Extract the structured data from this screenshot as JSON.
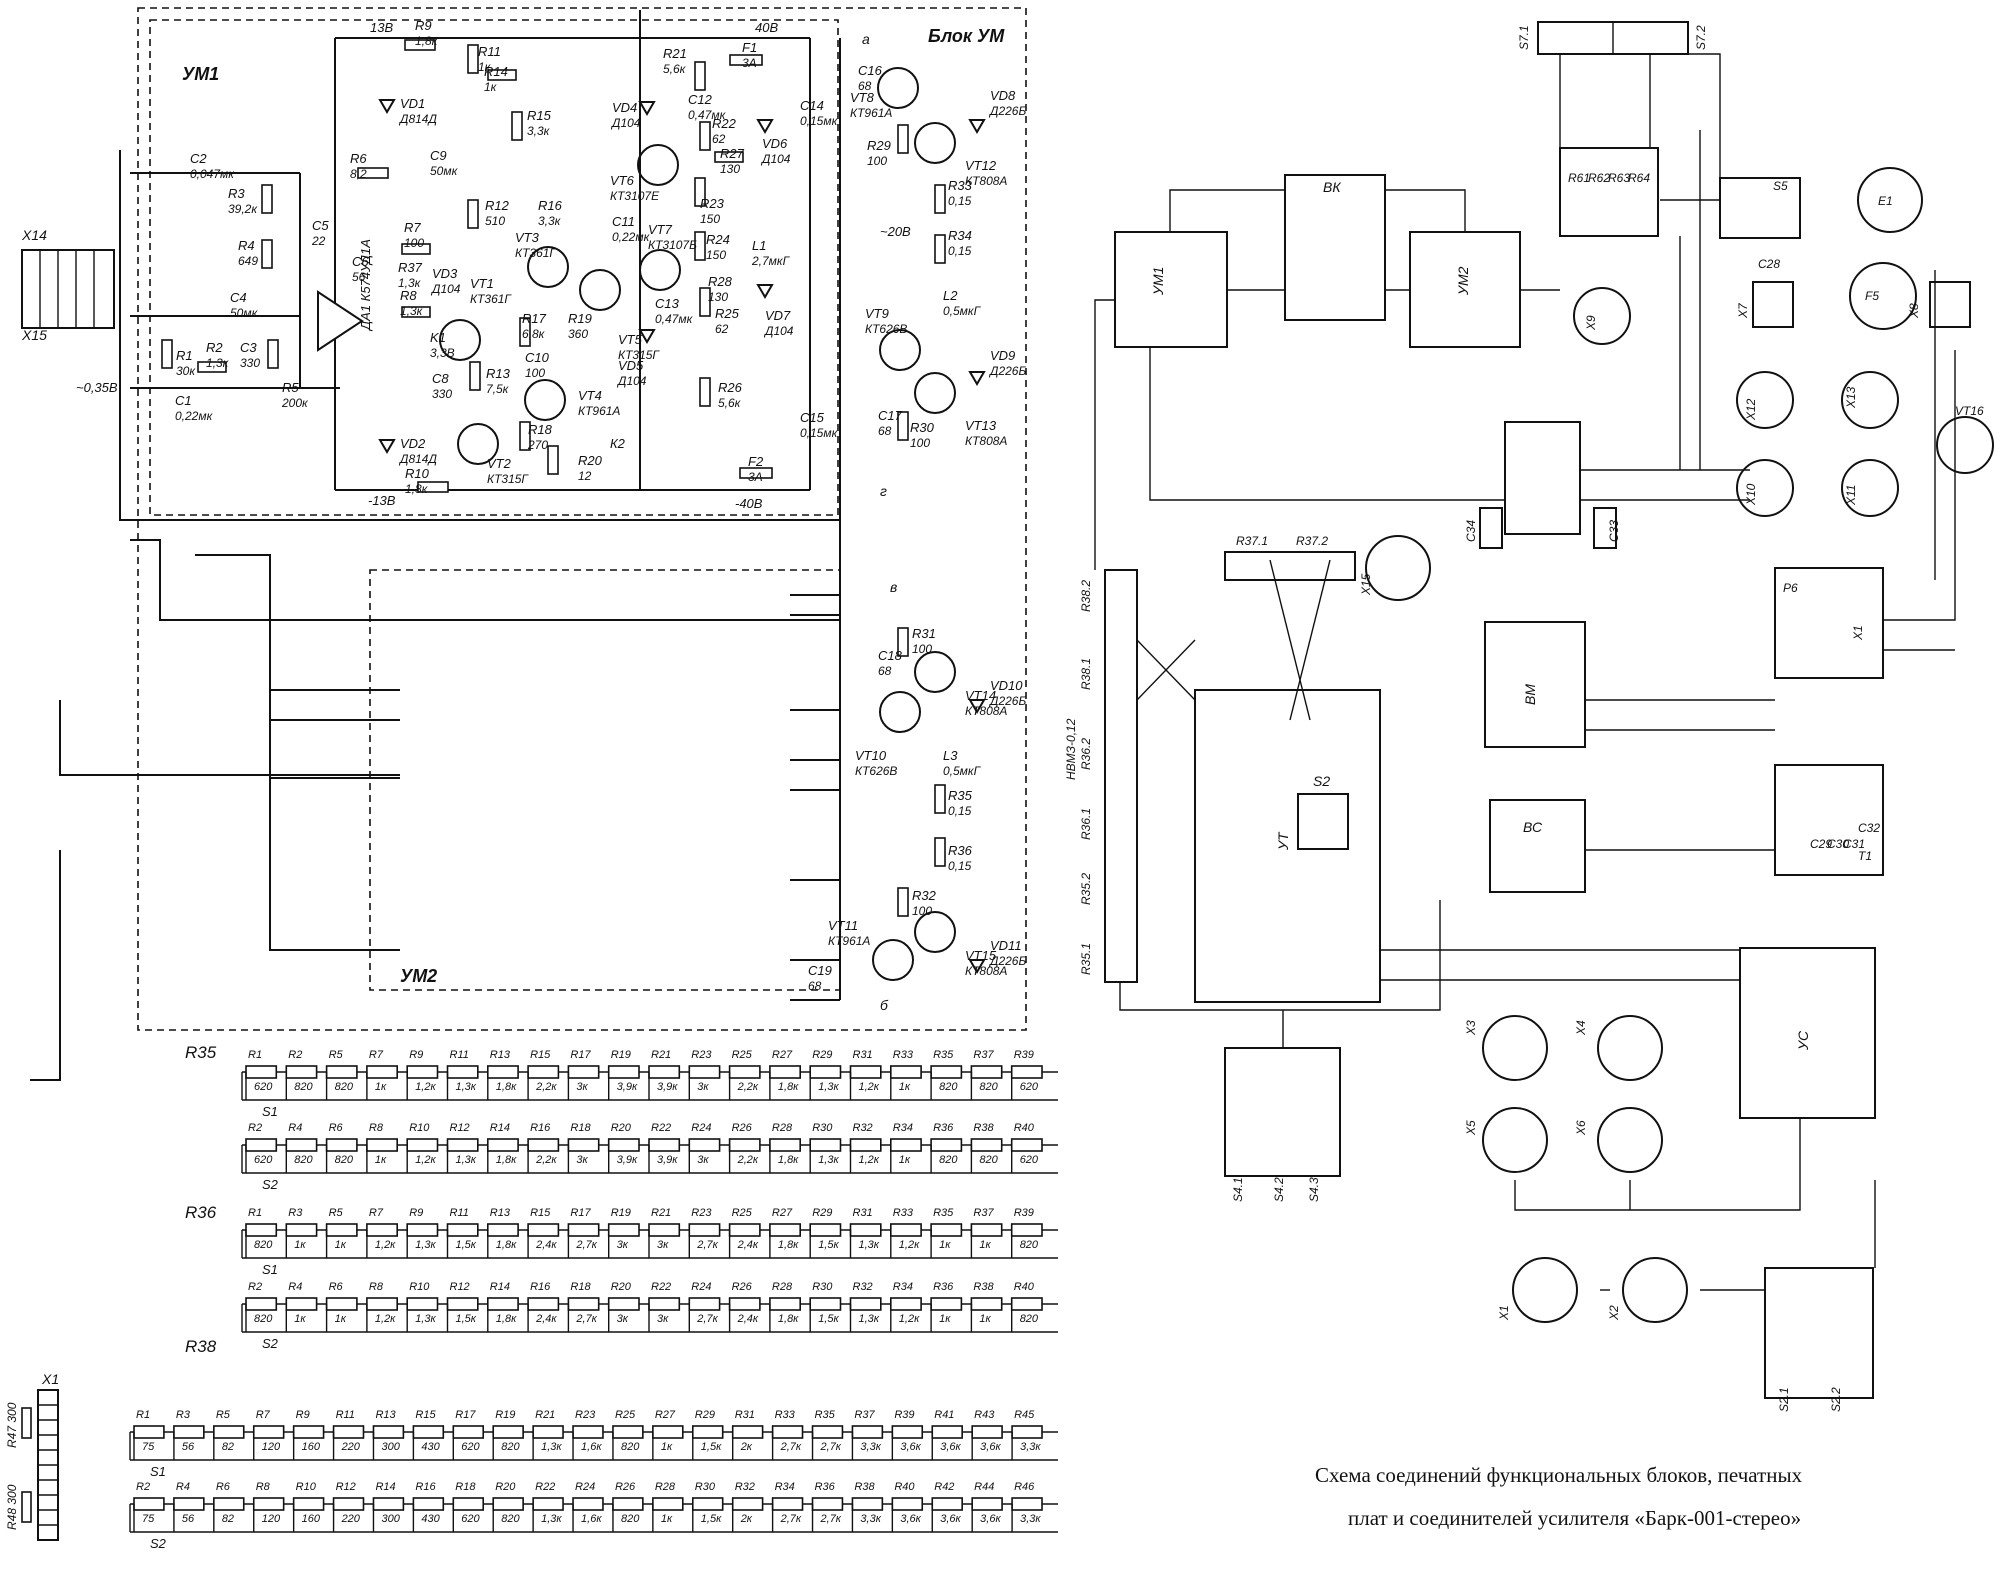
{
  "left_schematic": {
    "block_title": "Блок УМ",
    "um1_label": "УМ1",
    "um2_label": "УМ2",
    "opamp_label": "ДА1 К574УД1А",
    "rail_labels": [
      "13В",
      "-13В",
      "40В",
      "-40В",
      "~20В",
      "~0,35В"
    ],
    "output_letters": [
      "а",
      "г",
      "в",
      "б"
    ],
    "node_k2": "К2",
    "connector_labels": [
      "X14",
      "X15"
    ],
    "components": [
      {
        "ref": "C2",
        "value": "0,047мк"
      },
      {
        "ref": "R3",
        "value": "39,2к"
      },
      {
        "ref": "R4",
        "value": "649"
      },
      {
        "ref": "C4",
        "value": "50мк"
      },
      {
        "ref": "C5",
        "value": "22"
      },
      {
        "ref": "R6",
        "value": "8,2"
      },
      {
        "ref": "R9",
        "value": "1,8к"
      },
      {
        "ref": "R11",
        "value": "1к"
      },
      {
        "ref": "R14",
        "value": "1к"
      },
      {
        "ref": "R15",
        "value": "3,3к"
      },
      {
        "ref": "C9",
        "value": "50мк"
      },
      {
        "ref": "R12",
        "value": "510"
      },
      {
        "ref": "R16",
        "value": "3,3к"
      },
      {
        "ref": "R7",
        "value": "100"
      },
      {
        "ref": "R37",
        "value": "1,3к"
      },
      {
        "ref": "R8",
        "value": "1,3к"
      },
      {
        "ref": "K1",
        "value": "3,3В"
      },
      {
        "ref": "C6",
        "value": "56"
      },
      {
        "ref": "C8",
        "value": "330"
      },
      {
        "ref": "R13",
        "value": "7,5к"
      },
      {
        "ref": "R17",
        "value": "6,8к"
      },
      {
        "ref": "R19",
        "value": "360"
      },
      {
        "ref": "C10",
        "value": "100"
      },
      {
        "ref": "R18",
        "value": "270"
      },
      {
        "ref": "R20",
        "value": "12"
      },
      {
        "ref": "R10",
        "value": "1,8к"
      },
      {
        "ref": "R1",
        "value": "30к"
      },
      {
        "ref": "R2",
        "value": "1,3к"
      },
      {
        "ref": "C3",
        "value": "330"
      },
      {
        "ref": "R5",
        "value": "200к"
      },
      {
        "ref": "C1",
        "value": "0,22мк"
      },
      {
        "ref": "R21",
        "value": "5,6к"
      },
      {
        "ref": "C12",
        "value": "0,47мк"
      },
      {
        "ref": "R22",
        "value": "62"
      },
      {
        "ref": "R27",
        "value": "130"
      },
      {
        "ref": "R23",
        "value": "150"
      },
      {
        "ref": "C11",
        "value": "0,22мк"
      },
      {
        "ref": "R24",
        "value": "150"
      },
      {
        "ref": "L1",
        "value": "2,7мкГ"
      },
      {
        "ref": "R28",
        "value": "130"
      },
      {
        "ref": "R25",
        "value": "62"
      },
      {
        "ref": "C13",
        "value": "0,47мк"
      },
      {
        "ref": "R26",
        "value": "5,6к"
      },
      {
        "ref": "F1",
        "value": "3А"
      },
      {
        "ref": "F2",
        "value": "3А"
      },
      {
        "ref": "C14",
        "value": "0,15мк"
      },
      {
        "ref": "C15",
        "value": "0,15мк"
      },
      {
        "ref": "C16",
        "value": "68"
      },
      {
        "ref": "R29",
        "value": "100"
      },
      {
        "ref": "R33",
        "value": "0,15"
      },
      {
        "ref": "R34",
        "value": "0,15"
      },
      {
        "ref": "L2",
        "value": "0,5мкГ"
      },
      {
        "ref": "C17",
        "value": "68"
      },
      {
        "ref": "R30",
        "value": "100"
      },
      {
        "ref": "C18",
        "value": "68"
      },
      {
        "ref": "R31",
        "value": "100"
      },
      {
        "ref": "L3",
        "value": "0,5мкГ"
      },
      {
        "ref": "R35",
        "value": "0,15"
      },
      {
        "ref": "R36",
        "value": "0,15"
      },
      {
        "ref": "R32",
        "value": "100"
      },
      {
        "ref": "C19",
        "value": "68"
      }
    ],
    "semiconductors": [
      {
        "ref": "VD1",
        "type": "Д814Д"
      },
      {
        "ref": "VD2",
        "type": "Д814Д"
      },
      {
        "ref": "VD3",
        "type": "Д104"
      },
      {
        "ref": "VD4",
        "type": "Д104"
      },
      {
        "ref": "VD5",
        "type": "Д104"
      },
      {
        "ref": "VD6",
        "type": "Д104"
      },
      {
        "ref": "VD7",
        "type": "Д104"
      },
      {
        "ref": "VD8",
        "type": "Д226Б"
      },
      {
        "ref": "VD9",
        "type": "Д226Б"
      },
      {
        "ref": "VD10",
        "type": "Д226Б"
      },
      {
        "ref": "VD11",
        "type": "Д226Б"
      },
      {
        "ref": "VT1",
        "type": "КТ361Г"
      },
      {
        "ref": "VT2",
        "type": "КТ315Г"
      },
      {
        "ref": "VT3",
        "type": "КТ361Г"
      },
      {
        "ref": "VT4",
        "type": "КТ961А"
      },
      {
        "ref": "VT5",
        "type": "КТ315Г"
      },
      {
        "ref": "VT6",
        "type": "КТ3107Е"
      },
      {
        "ref": "VT7",
        "type": "КТ3107Б"
      },
      {
        "ref": "VT8",
        "type": "КТ961А"
      },
      {
        "ref": "VT9",
        "type": "КТ626В"
      },
      {
        "ref": "VT10",
        "type": "КТ626В"
      },
      {
        "ref": "VT11",
        "type": "КТ961А"
      },
      {
        "ref": "VT12",
        "type": "КТ808А"
      },
      {
        "ref": "VT13",
        "type": "КТ808А"
      },
      {
        "ref": "VT14",
        "type": "КТ808А"
      },
      {
        "ref": "VT15",
        "type": "КТ808А"
      }
    ]
  },
  "resistor_ladders": [
    {
      "name": "R35",
      "switches": [
        "S1",
        "S2"
      ],
      "top_row": [
        {
          "ref": "R1",
          "value": "620"
        },
        {
          "ref": "R2",
          "value": "820"
        },
        {
          "ref": "R5",
          "value": "820"
        },
        {
          "ref": "R7",
          "value": "1к"
        },
        {
          "ref": "R9",
          "value": "1,2к"
        },
        {
          "ref": "R11",
          "value": "1,3к"
        },
        {
          "ref": "R13",
          "value": "1,8к"
        },
        {
          "ref": "R15",
          "value": "2,2к"
        },
        {
          "ref": "R17",
          "value": "3к"
        },
        {
          "ref": "R19",
          "value": "3,9к"
        },
        {
          "ref": "R21",
          "value": "3,9к"
        },
        {
          "ref": "R23",
          "value": "3к"
        },
        {
          "ref": "R25",
          "value": "2,2к"
        },
        {
          "ref": "R27",
          "value": "1,8к"
        },
        {
          "ref": "R29",
          "value": "1,3к"
        },
        {
          "ref": "R31",
          "value": "1,2к"
        },
        {
          "ref": "R33",
          "value": "1к"
        },
        {
          "ref": "R35",
          "value": "820"
        },
        {
          "ref": "R37",
          "value": "820"
        },
        {
          "ref": "R39",
          "value": "620"
        }
      ],
      "bottom_row": [
        {
          "ref": "R2",
          "value": "620"
        },
        {
          "ref": "R4",
          "value": "820"
        },
        {
          "ref": "R6",
          "value": "820"
        },
        {
          "ref": "R8",
          "value": "1к"
        },
        {
          "ref": "R10",
          "value": "1,2к"
        },
        {
          "ref": "R12",
          "value": "1,3к"
        },
        {
          "ref": "R14",
          "value": "1,8к"
        },
        {
          "ref": "R16",
          "value": "2,2к"
        },
        {
          "ref": "R18",
          "value": "3к"
        },
        {
          "ref": "R20",
          "value": "3,9к"
        },
        {
          "ref": "R22",
          "value": "3,9к"
        },
        {
          "ref": "R24",
          "value": "3к"
        },
        {
          "ref": "R26",
          "value": "2,2к"
        },
        {
          "ref": "R28",
          "value": "1,8к"
        },
        {
          "ref": "R30",
          "value": "1,3к"
        },
        {
          "ref": "R32",
          "value": "1,2к"
        },
        {
          "ref": "R34",
          "value": "1к"
        },
        {
          "ref": "R36",
          "value": "820"
        },
        {
          "ref": "R38",
          "value": "820"
        },
        {
          "ref": "R40",
          "value": "620"
        }
      ]
    },
    {
      "name": "R36",
      "switches": [
        "S1",
        "S2"
      ],
      "top_row": [
        {
          "ref": "R1",
          "value": "820"
        },
        {
          "ref": "R3",
          "value": "1к"
        },
        {
          "ref": "R5",
          "value": "1к"
        },
        {
          "ref": "R7",
          "value": "1,2к"
        },
        {
          "ref": "R9",
          "value": "1,3к"
        },
        {
          "ref": "R11",
          "value": "1,5к"
        },
        {
          "ref": "R13",
          "value": "1,8к"
        },
        {
          "ref": "R15",
          "value": "2,4к"
        },
        {
          "ref": "R17",
          "value": "2,7к"
        },
        {
          "ref": "R19",
          "value": "3к"
        },
        {
          "ref": "R21",
          "value": "3к"
        },
        {
          "ref": "R23",
          "value": "2,7к"
        },
        {
          "ref": "R25",
          "value": "2,4к"
        },
        {
          "ref": "R27",
          "value": "1,8к"
        },
        {
          "ref": "R29",
          "value": "1,5к"
        },
        {
          "ref": "R31",
          "value": "1,3к"
        },
        {
          "ref": "R33",
          "value": "1,2к"
        },
        {
          "ref": "R35",
          "value": "1к"
        },
        {
          "ref": "R37",
          "value": "1к"
        },
        {
          "ref": "R39",
          "value": "820"
        }
      ],
      "bottom_row": [
        {
          "ref": "R2",
          "value": "820"
        },
        {
          "ref": "R4",
          "value": "1к"
        },
        {
          "ref": "R6",
          "value": "1к"
        },
        {
          "ref": "R8",
          "value": "1,2к"
        },
        {
          "ref": "R10",
          "value": "1,3к"
        },
        {
          "ref": "R12",
          "value": "1,5к"
        },
        {
          "ref": "R14",
          "value": "1,8к"
        },
        {
          "ref": "R16",
          "value": "2,4к"
        },
        {
          "ref": "R18",
          "value": "2,7к"
        },
        {
          "ref": "R20",
          "value": "3к"
        },
        {
          "ref": "R22",
          "value": "3к"
        },
        {
          "ref": "R24",
          "value": "2,7к"
        },
        {
          "ref": "R26",
          "value": "2,4к"
        },
        {
          "ref": "R28",
          "value": "1,8к"
        },
        {
          "ref": "R30",
          "value": "1,5к"
        },
        {
          "ref": "R32",
          "value": "1,3к"
        },
        {
          "ref": "R34",
          "value": "1,2к"
        },
        {
          "ref": "R36",
          "value": "1к"
        },
        {
          "ref": "R38",
          "value": "1к"
        },
        {
          "ref": "R40",
          "value": "820"
        }
      ]
    },
    {
      "name": "R38",
      "switches": [
        "S1",
        "S2"
      ],
      "connector": "X1",
      "pots": [
        {
          "ref": "R47",
          "value": "300"
        },
        {
          "ref": "R48",
          "value": "300"
        }
      ],
      "top_row": [
        {
          "ref": "R1",
          "value": "75"
        },
        {
          "ref": "R3",
          "value": "56"
        },
        {
          "ref": "R5",
          "value": "82"
        },
        {
          "ref": "R7",
          "value": "120"
        },
        {
          "ref": "R9",
          "value": "160"
        },
        {
          "ref": "R11",
          "value": "220"
        },
        {
          "ref": "R13",
          "value": "300"
        },
        {
          "ref": "R15",
          "value": "430"
        },
        {
          "ref": "R17",
          "value": "620"
        },
        {
          "ref": "R19",
          "value": "820"
        },
        {
          "ref": "R21",
          "value": "1,3к"
        },
        {
          "ref": "R23",
          "value": "1,6к"
        },
        {
          "ref": "R25",
          "value": "820"
        },
        {
          "ref": "R27",
          "value": "1к"
        },
        {
          "ref": "R29",
          "value": "1,5к"
        },
        {
          "ref": "R31",
          "value": "2к"
        },
        {
          "ref": "R33",
          "value": "2,7к"
        },
        {
          "ref": "R35",
          "value": "2,7к"
        },
        {
          "ref": "R37",
          "value": "3,3к"
        },
        {
          "ref": "R39",
          "value": "3,6к"
        },
        {
          "ref": "R41",
          "value": "3,6к"
        },
        {
          "ref": "R43",
          "value": "3,6к"
        },
        {
          "ref": "R45",
          "value": "3,3к"
        }
      ],
      "bottom_row": [
        {
          "ref": "R2",
          "value": "75"
        },
        {
          "ref": "R4",
          "value": "56"
        },
        {
          "ref": "R6",
          "value": "82"
        },
        {
          "ref": "R8",
          "value": "120"
        },
        {
          "ref": "R10",
          "value": "160"
        },
        {
          "ref": "R12",
          "value": "220"
        },
        {
          "ref": "R14",
          "value": "300"
        },
        {
          "ref": "R16",
          "value": "430"
        },
        {
          "ref": "R18",
          "value": "620"
        },
        {
          "ref": "R20",
          "value": "820"
        },
        {
          "ref": "R22",
          "value": "1,3к"
        },
        {
          "ref": "R24",
          "value": "1,6к"
        },
        {
          "ref": "R26",
          "value": "820"
        },
        {
          "ref": "R28",
          "value": "1к"
        },
        {
          "ref": "R30",
          "value": "1,5к"
        },
        {
          "ref": "R32",
          "value": "2к"
        },
        {
          "ref": "R34",
          "value": "2,7к"
        },
        {
          "ref": "R36",
          "value": "2,7к"
        },
        {
          "ref": "R38",
          "value": "3,3к"
        },
        {
          "ref": "R40",
          "value": "3,6к"
        },
        {
          "ref": "R42",
          "value": "3,6к"
        },
        {
          "ref": "R44",
          "value": "3,6к"
        },
        {
          "ref": "R46",
          "value": "3,3к"
        }
      ]
    }
  ],
  "wiring_diagram": {
    "blocks": [
      {
        "label": "УМ1"
      },
      {
        "label": "ВК"
      },
      {
        "label": "УМ2"
      },
      {
        "label": "УТ"
      },
      {
        "label": "ВМ"
      },
      {
        "label": "ВС"
      },
      {
        "label": "УС"
      },
      {
        "label": "S2"
      }
    ],
    "connectors": [
      "S7.1",
      "S7.2",
      "X9",
      "E1",
      "F5",
      "S5",
      "X7",
      "X8",
      "X12",
      "X13",
      "X10",
      "X11",
      "VT16",
      "X15",
      "R37.1",
      "R37.2",
      "R38.2",
      "R38.1",
      "R36.2",
      "R36.1",
      "R35.2",
      "R35.1",
      "НВМЗ-0,12",
      "С34",
      "С33",
      "С28",
      "Р6",
      "X1",
      "T1",
      "С29",
      "С30",
      "С31",
      "С32",
      "S4.1",
      "S4.2",
      "S4.3",
      "X3",
      "X4",
      "X5",
      "X6",
      "X1",
      "X2",
      "S2.1",
      "S2.2",
      "R61",
      "R62",
      "R63",
      "R64"
    ]
  },
  "caption": {
    "line1": "Схема соединений функциональных блоков, печатных",
    "line2": "плат и соединителей усилителя «Барк-001-стерео»"
  }
}
